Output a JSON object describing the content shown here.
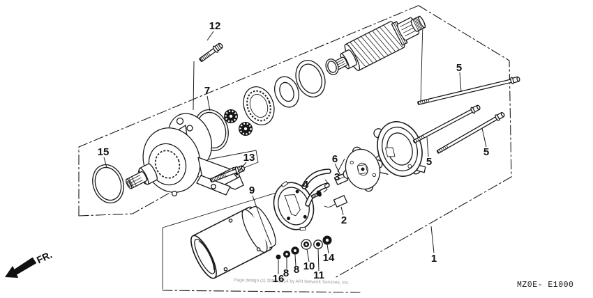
{
  "diagram": {
    "code": "MZ0E- E1000",
    "front_indicator": "FR.",
    "watermark": "Page design (c) 2003-2014 by ARI Network Services, Inc.",
    "colors": {
      "line": "#1a1a1a",
      "background": "#ffffff",
      "watermark": "#9b9b9b"
    }
  },
  "callouts": [
    {
      "n": "1"
    },
    {
      "n": "2"
    },
    {
      "n": "3"
    },
    {
      "n": "4"
    },
    {
      "n": "5"
    },
    {
      "n": "5"
    },
    {
      "n": "5"
    },
    {
      "n": "6"
    },
    {
      "n": "7"
    },
    {
      "n": "8"
    },
    {
      "n": "8"
    },
    {
      "n": "9"
    },
    {
      "n": "10"
    },
    {
      "n": "11"
    },
    {
      "n": "12"
    },
    {
      "n": "13"
    },
    {
      "n": "14"
    },
    {
      "n": "15"
    },
    {
      "n": "16"
    }
  ]
}
